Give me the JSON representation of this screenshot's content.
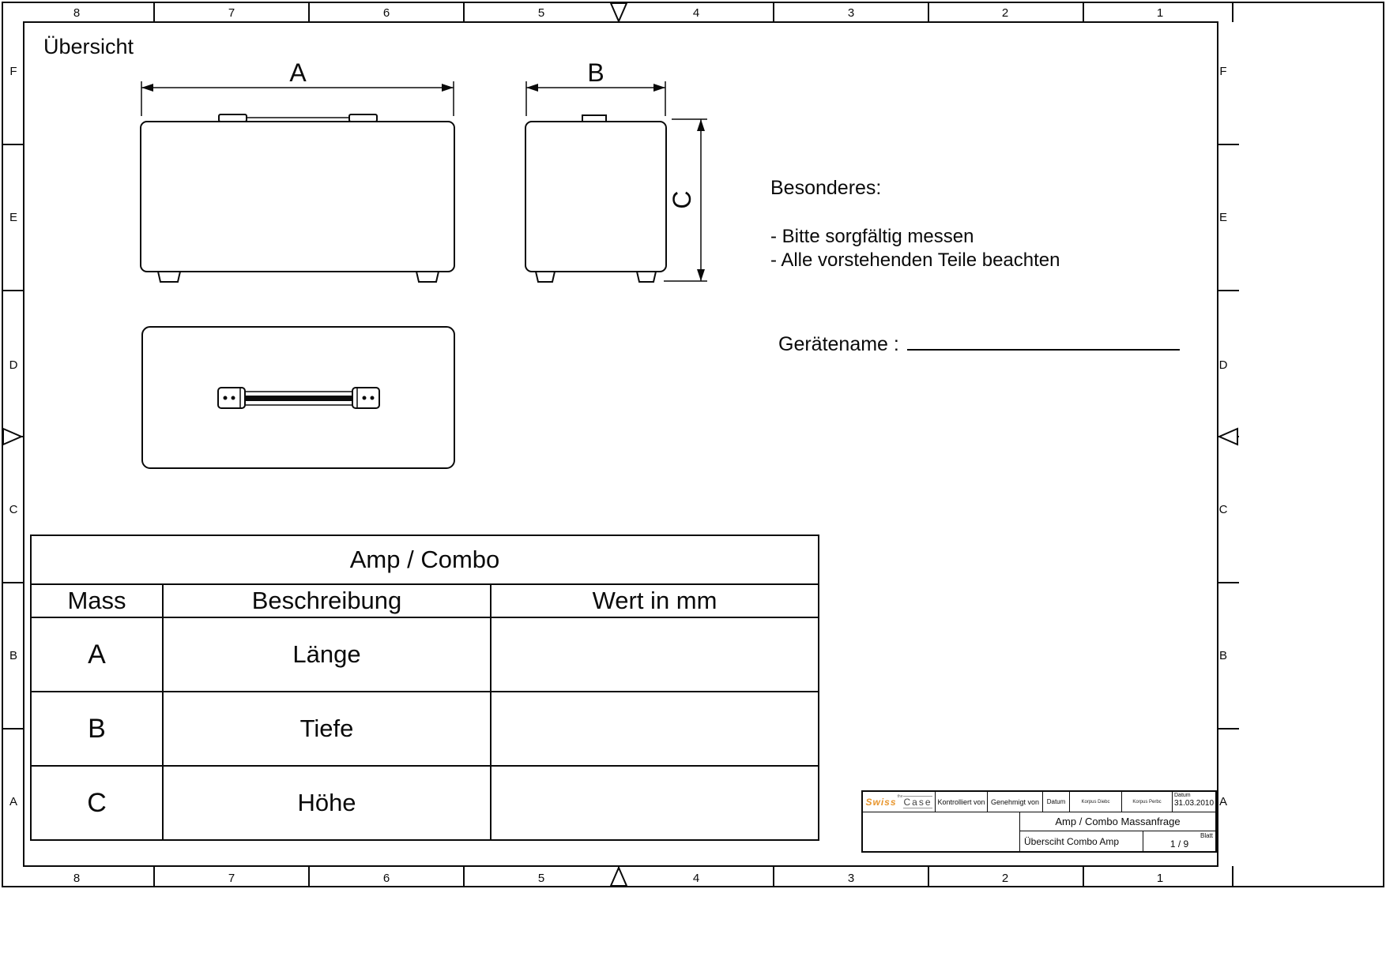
{
  "page": {
    "title": "Übersicht"
  },
  "frame": {
    "top_numbers": [
      "8",
      "7",
      "6",
      "5",
      "4",
      "3",
      "2",
      "1"
    ],
    "bottom_numbers": [
      "8",
      "7",
      "6",
      "5",
      "4",
      "3",
      "2",
      "1"
    ],
    "left_letters": [
      "F",
      "E",
      "D",
      "C",
      "B",
      "A"
    ],
    "right_letters": [
      "F",
      "E",
      "D",
      "C",
      "B",
      "A"
    ]
  },
  "drawing": {
    "dim_a": "A",
    "dim_b": "B",
    "dim_c": "C"
  },
  "notes": {
    "heading": "Besonderes:",
    "items": [
      "- Bitte sorgfältig messen",
      "- Alle vorstehenden Teile beachten"
    ]
  },
  "device": {
    "label": "Gerätename :"
  },
  "table": {
    "title": "Amp / Combo",
    "headers": [
      "Mass",
      "Beschreibung",
      "Wert in mm"
    ],
    "rows": [
      {
        "mass": "A",
        "beschreibung": "Länge",
        "wert": ""
      },
      {
        "mass": "B",
        "beschreibung": "Tiefe",
        "wert": ""
      },
      {
        "mass": "C",
        "beschreibung": "Höhe",
        "wert": ""
      }
    ]
  },
  "titleblock": {
    "logo": {
      "swiss": "Swiss",
      "the": "the",
      "case": "Case"
    },
    "kontrolliert": "Kontrolliert von",
    "genehmigt": "Genehmigt von",
    "datum_label": "Datum",
    "name1": "Korpus Diebc",
    "name2": "Korpus Perbc",
    "datum_label2": "Datum",
    "datum_value": "31.03.2010",
    "project": "Amp / Combo Massanfrage",
    "sheet_name": "Übersciht Combo Amp",
    "blatt_label": "Blatt",
    "blatt_value": "1 / 9"
  }
}
